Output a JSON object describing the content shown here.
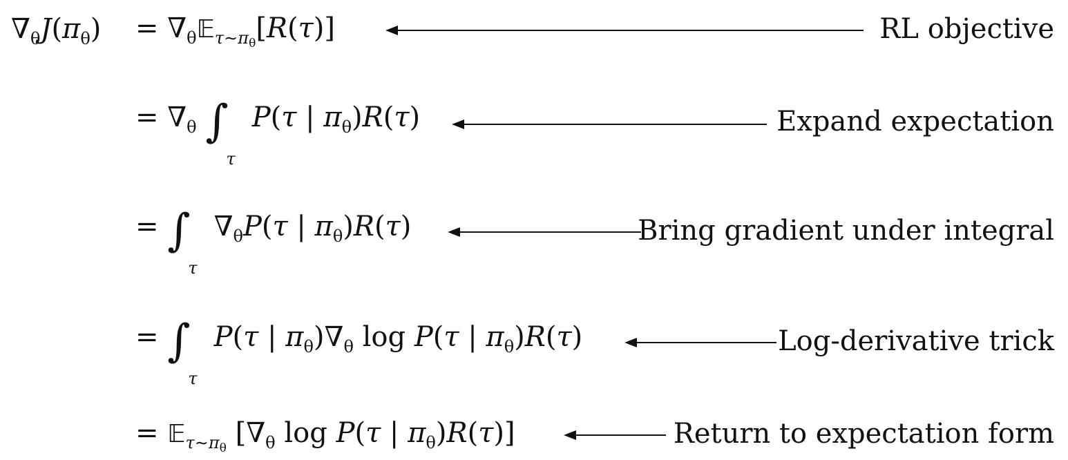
{
  "derivation": {
    "steps": [
      {
        "annotation": "RL objective",
        "lhs": "∇θJ(πθ)",
        "rhs": "= ∇θ𝔼τ∼πθ[R(τ)]"
      },
      {
        "annotation": "Expand expectation",
        "rhs": "= ∇θ ∫τ P(τ | πθ)R(τ)"
      },
      {
        "annotation": "Bring gradient under integral",
        "rhs": "= ∫τ ∇θP(τ | πθ)R(τ)"
      },
      {
        "annotation": "Log-derivative trick",
        "rhs": "= ∫τ P(τ | πθ)∇θ log P(τ | πθ)R(τ)"
      },
      {
        "annotation": "Return to expectation form",
        "rhs": "= 𝔼τ∼πθ [∇θ log P(τ | πθ)R(τ)]"
      }
    ]
  }
}
